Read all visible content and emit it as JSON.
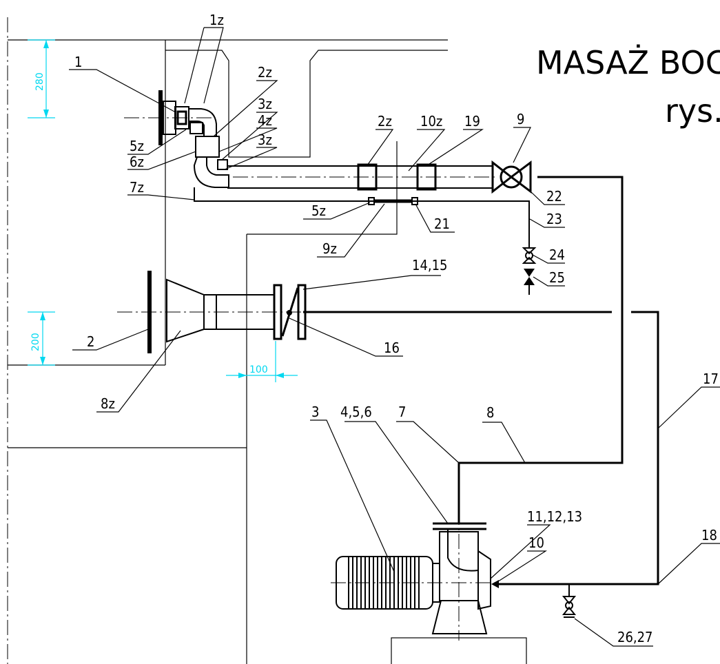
{
  "title": {
    "line1": "MASAŻ BOCZN",
    "line2": "rys."
  },
  "dimensions": {
    "d280": "280",
    "d200": "200",
    "d100": "100"
  },
  "labels": {
    "l_1z": "1z",
    "l_1": "1",
    "l_2z_a": "2z",
    "l_3z_a": "3z",
    "l_4z": "4z",
    "l_3z_b": "3z",
    "l_5z_a": "5z",
    "l_6z": "6z",
    "l_7z": "7z",
    "l_2z_b": "2z",
    "l_10z": "10z",
    "l_19": "19",
    "l_9": "9",
    "l_22": "22",
    "l_23": "23",
    "l_24": "24",
    "l_25": "25",
    "l_5z_b": "5z",
    "l_21": "21",
    "l_9z": "9z",
    "l_14_15": "14,15",
    "l_2": "2",
    "l_16": "16",
    "l_8z": "8z",
    "l_17": "17",
    "l_3": "3",
    "l_4_5_6": "4,5,6",
    "l_7": "7",
    "l_8": "8",
    "l_11_12_13": "11,12,13",
    "l_10": "10",
    "l_18": "18",
    "l_26_27": "26,27"
  }
}
